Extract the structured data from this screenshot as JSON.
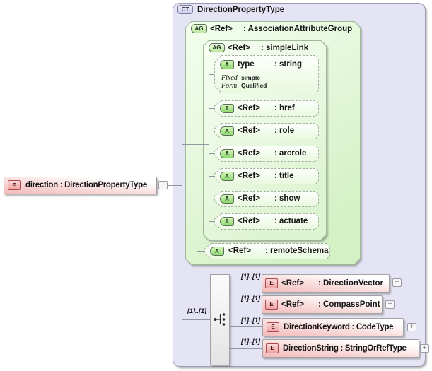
{
  "colors": {
    "complex_type_fill": "#E4E4F5",
    "group_fill_light": "#F4FEEF",
    "group_fill_dark": "#D6F2C9",
    "attribute_fill": "#EAF9DF",
    "element_pink": "#F3BCBC",
    "badge_green": "#8FDA71",
    "badge_pink": "#F0A4A4",
    "line": "#9296A2"
  },
  "root_element": {
    "badge": "E",
    "label": "direction : DirectionPropertyType",
    "collapse_icon": "−"
  },
  "complex_type": {
    "badge": "CT",
    "title": "DirectionPropertyType"
  },
  "association_group": {
    "badge": "AG",
    "ref": "<Ref>",
    "type": ": AssociationAttributeGroup"
  },
  "simple_link": {
    "badge": "AG",
    "ref": "<Ref>",
    "type": ": simpleLink",
    "type_attribute": {
      "badge": "A",
      "name": "type",
      "type": ": string",
      "facets": [
        {
          "label": "Fixed",
          "value": "simple"
        },
        {
          "label": "Form",
          "value": "Qualified"
        }
      ]
    },
    "attributes": [
      {
        "badge": "A",
        "ref": "<Ref>",
        "type": ": href"
      },
      {
        "badge": "A",
        "ref": "<Ref>",
        "type": ": role"
      },
      {
        "badge": "A",
        "ref": "<Ref>",
        "type": ": arcrole"
      },
      {
        "badge": "A",
        "ref": "<Ref>",
        "type": ": title"
      },
      {
        "badge": "A",
        "ref": "<Ref>",
        "type": ": show"
      },
      {
        "badge": "A",
        "ref": "<Ref>",
        "type": ": actuate"
      }
    ]
  },
  "remote_schema": {
    "badge": "A",
    "ref": "<Ref>",
    "type": ": remoteSchema"
  },
  "choice": {
    "cardinality": "[1]..[1]"
  },
  "elements": [
    {
      "badge": "E",
      "cardinality": "[1]..[1]",
      "ref": "<Ref>",
      "type": ": DirectionVector",
      "expand_icon": "+"
    },
    {
      "badge": "E",
      "cardinality": "[1]..[1]",
      "ref": "<Ref>",
      "type": ": CompassPoint",
      "expand_icon": "+"
    },
    {
      "badge": "E",
      "cardinality": "[1]..[1]",
      "label": "DirectionKeyword : CodeType",
      "expand_icon": "+"
    },
    {
      "badge": "E",
      "cardinality": "[1]..[1]",
      "label": "DirectionString : StringOrRefType",
      "expand_icon": "+"
    }
  ]
}
